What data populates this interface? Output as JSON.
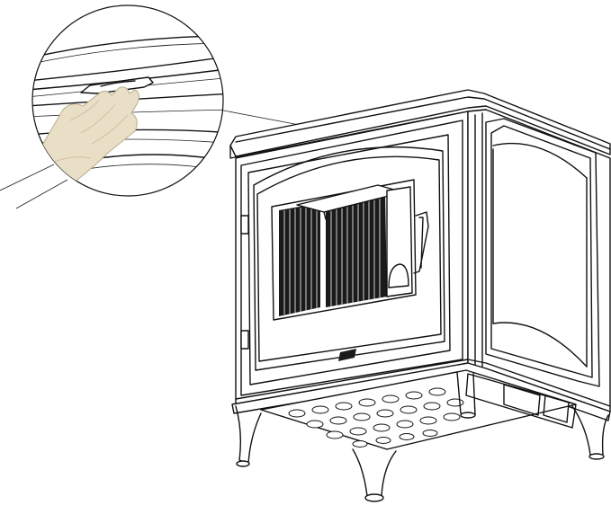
{
  "figure": {
    "brand_mark": "",
    "elements": [
      "magnifier-circle",
      "gloved-hand-icon",
      "stove-body",
      "fire-door",
      "side-panel",
      "base-grid"
    ]
  },
  "colors": {
    "line": "#111111",
    "background": "#ffffff",
    "glove": "#e9dfc6"
  }
}
